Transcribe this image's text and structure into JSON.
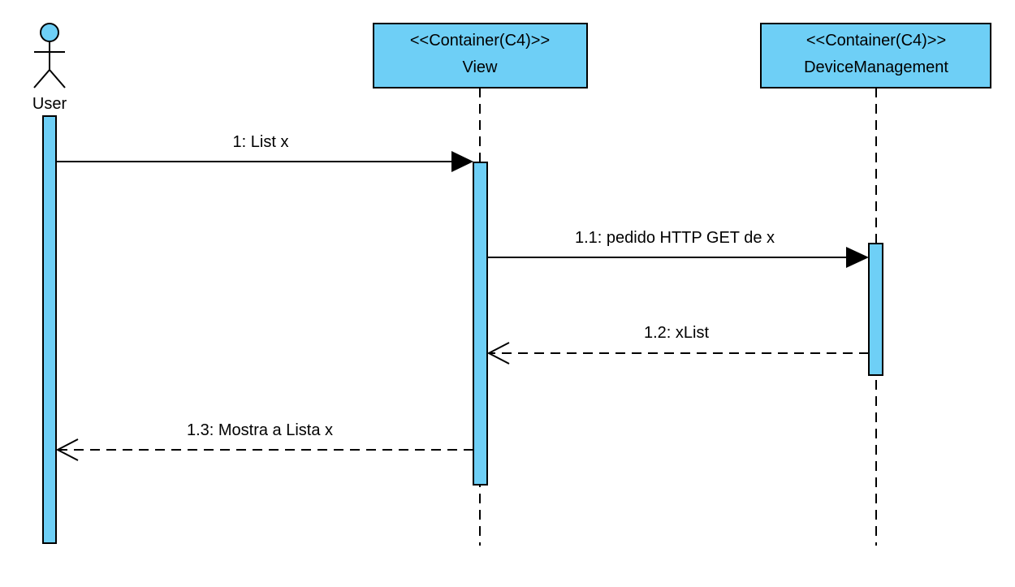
{
  "colors": {
    "fill": "#6ecff6",
    "stroke": "#000000",
    "background": "#ffffff"
  },
  "actors": [
    {
      "id": "user",
      "kind": "actor",
      "label": "User"
    }
  ],
  "participants": [
    {
      "id": "view",
      "kind": "container",
      "stereotype": "<<Container(C4)>>",
      "label": "View"
    },
    {
      "id": "device",
      "kind": "container",
      "stereotype": "<<Container(C4)>>",
      "label": "DeviceManagement"
    }
  ],
  "messages": [
    {
      "id": "m1",
      "from": "user",
      "to": "view",
      "type": "sync",
      "label": "1: List x"
    },
    {
      "id": "m11",
      "from": "view",
      "to": "device",
      "type": "sync",
      "label": "1.1: pedido HTTP GET de x"
    },
    {
      "id": "m12",
      "from": "device",
      "to": "view",
      "type": "return",
      "label": "1.2: xList"
    },
    {
      "id": "m13",
      "from": "view",
      "to": "user",
      "type": "return",
      "label": "1.3: Mostra a Lista x"
    }
  ]
}
